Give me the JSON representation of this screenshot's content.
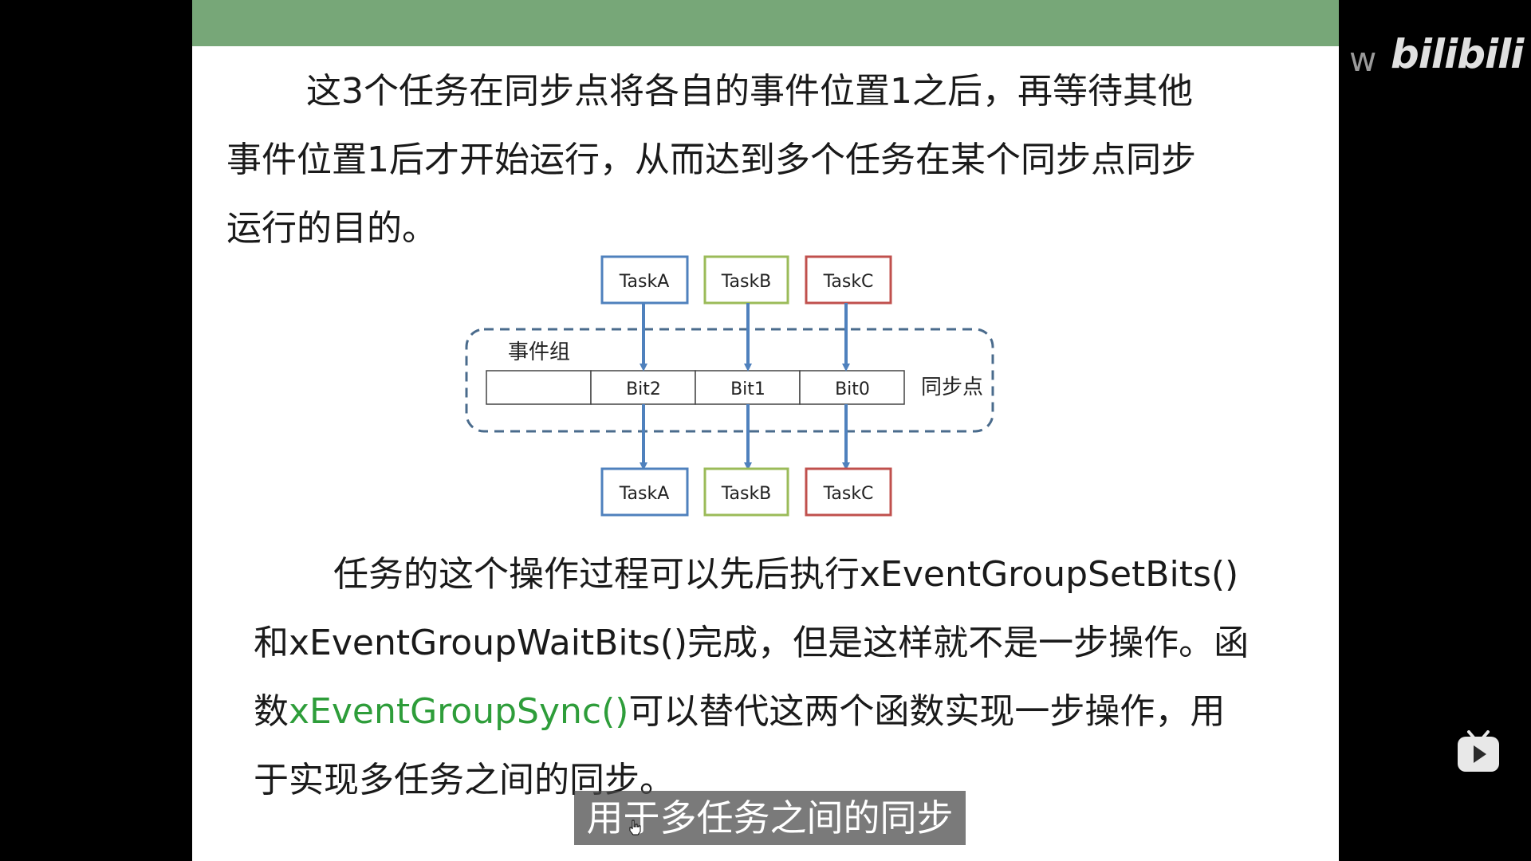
{
  "slide": {
    "paragraph1": {
      "line1": "这3个任务在同步点将各自的事件位置1之后，再等待其他",
      "line2": "事件位置1后才开始运行，从而达到多个任务在某个同步点同步",
      "line3": "运行的目的。"
    },
    "diagram": {
      "tasks_top": [
        "TaskA",
        "TaskB",
        "TaskC"
      ],
      "tasks_bottom": [
        "TaskA",
        "TaskB",
        "TaskC"
      ],
      "group_label": "事件组",
      "bits": [
        "",
        "Bit2",
        "Bit1",
        "Bit0"
      ],
      "sync_label": "同步点",
      "colors": {
        "taskA": "#4f81bd",
        "taskB": "#9bbb59",
        "taskC": "#c0504d",
        "arrow": "#4f81bd",
        "group_border": "#4a6b8c"
      }
    },
    "paragraph2": {
      "line1": "任务的这个操作过程可以先后执行xEventGroupSetBits()",
      "line2": "和xEventGroupWaitBits()完成，但是这样就不是一步操作。函",
      "line3_prefix": "数",
      "line3_fn": "xEventGroupSync()",
      "line3_suffix": "可以替代这两个函数实现一步操作，用",
      "line4": "于实现多任务之间的同步。"
    },
    "header_color": "#77a778",
    "fn_color": "#2e9d3a"
  },
  "overlay": {
    "subtitle": "用于多任务之间的同步",
    "watermark": "bilibili",
    "watermark_prefix": "w",
    "play_icon": "play-icon",
    "cursor_icon": "hand-cursor-icon"
  }
}
